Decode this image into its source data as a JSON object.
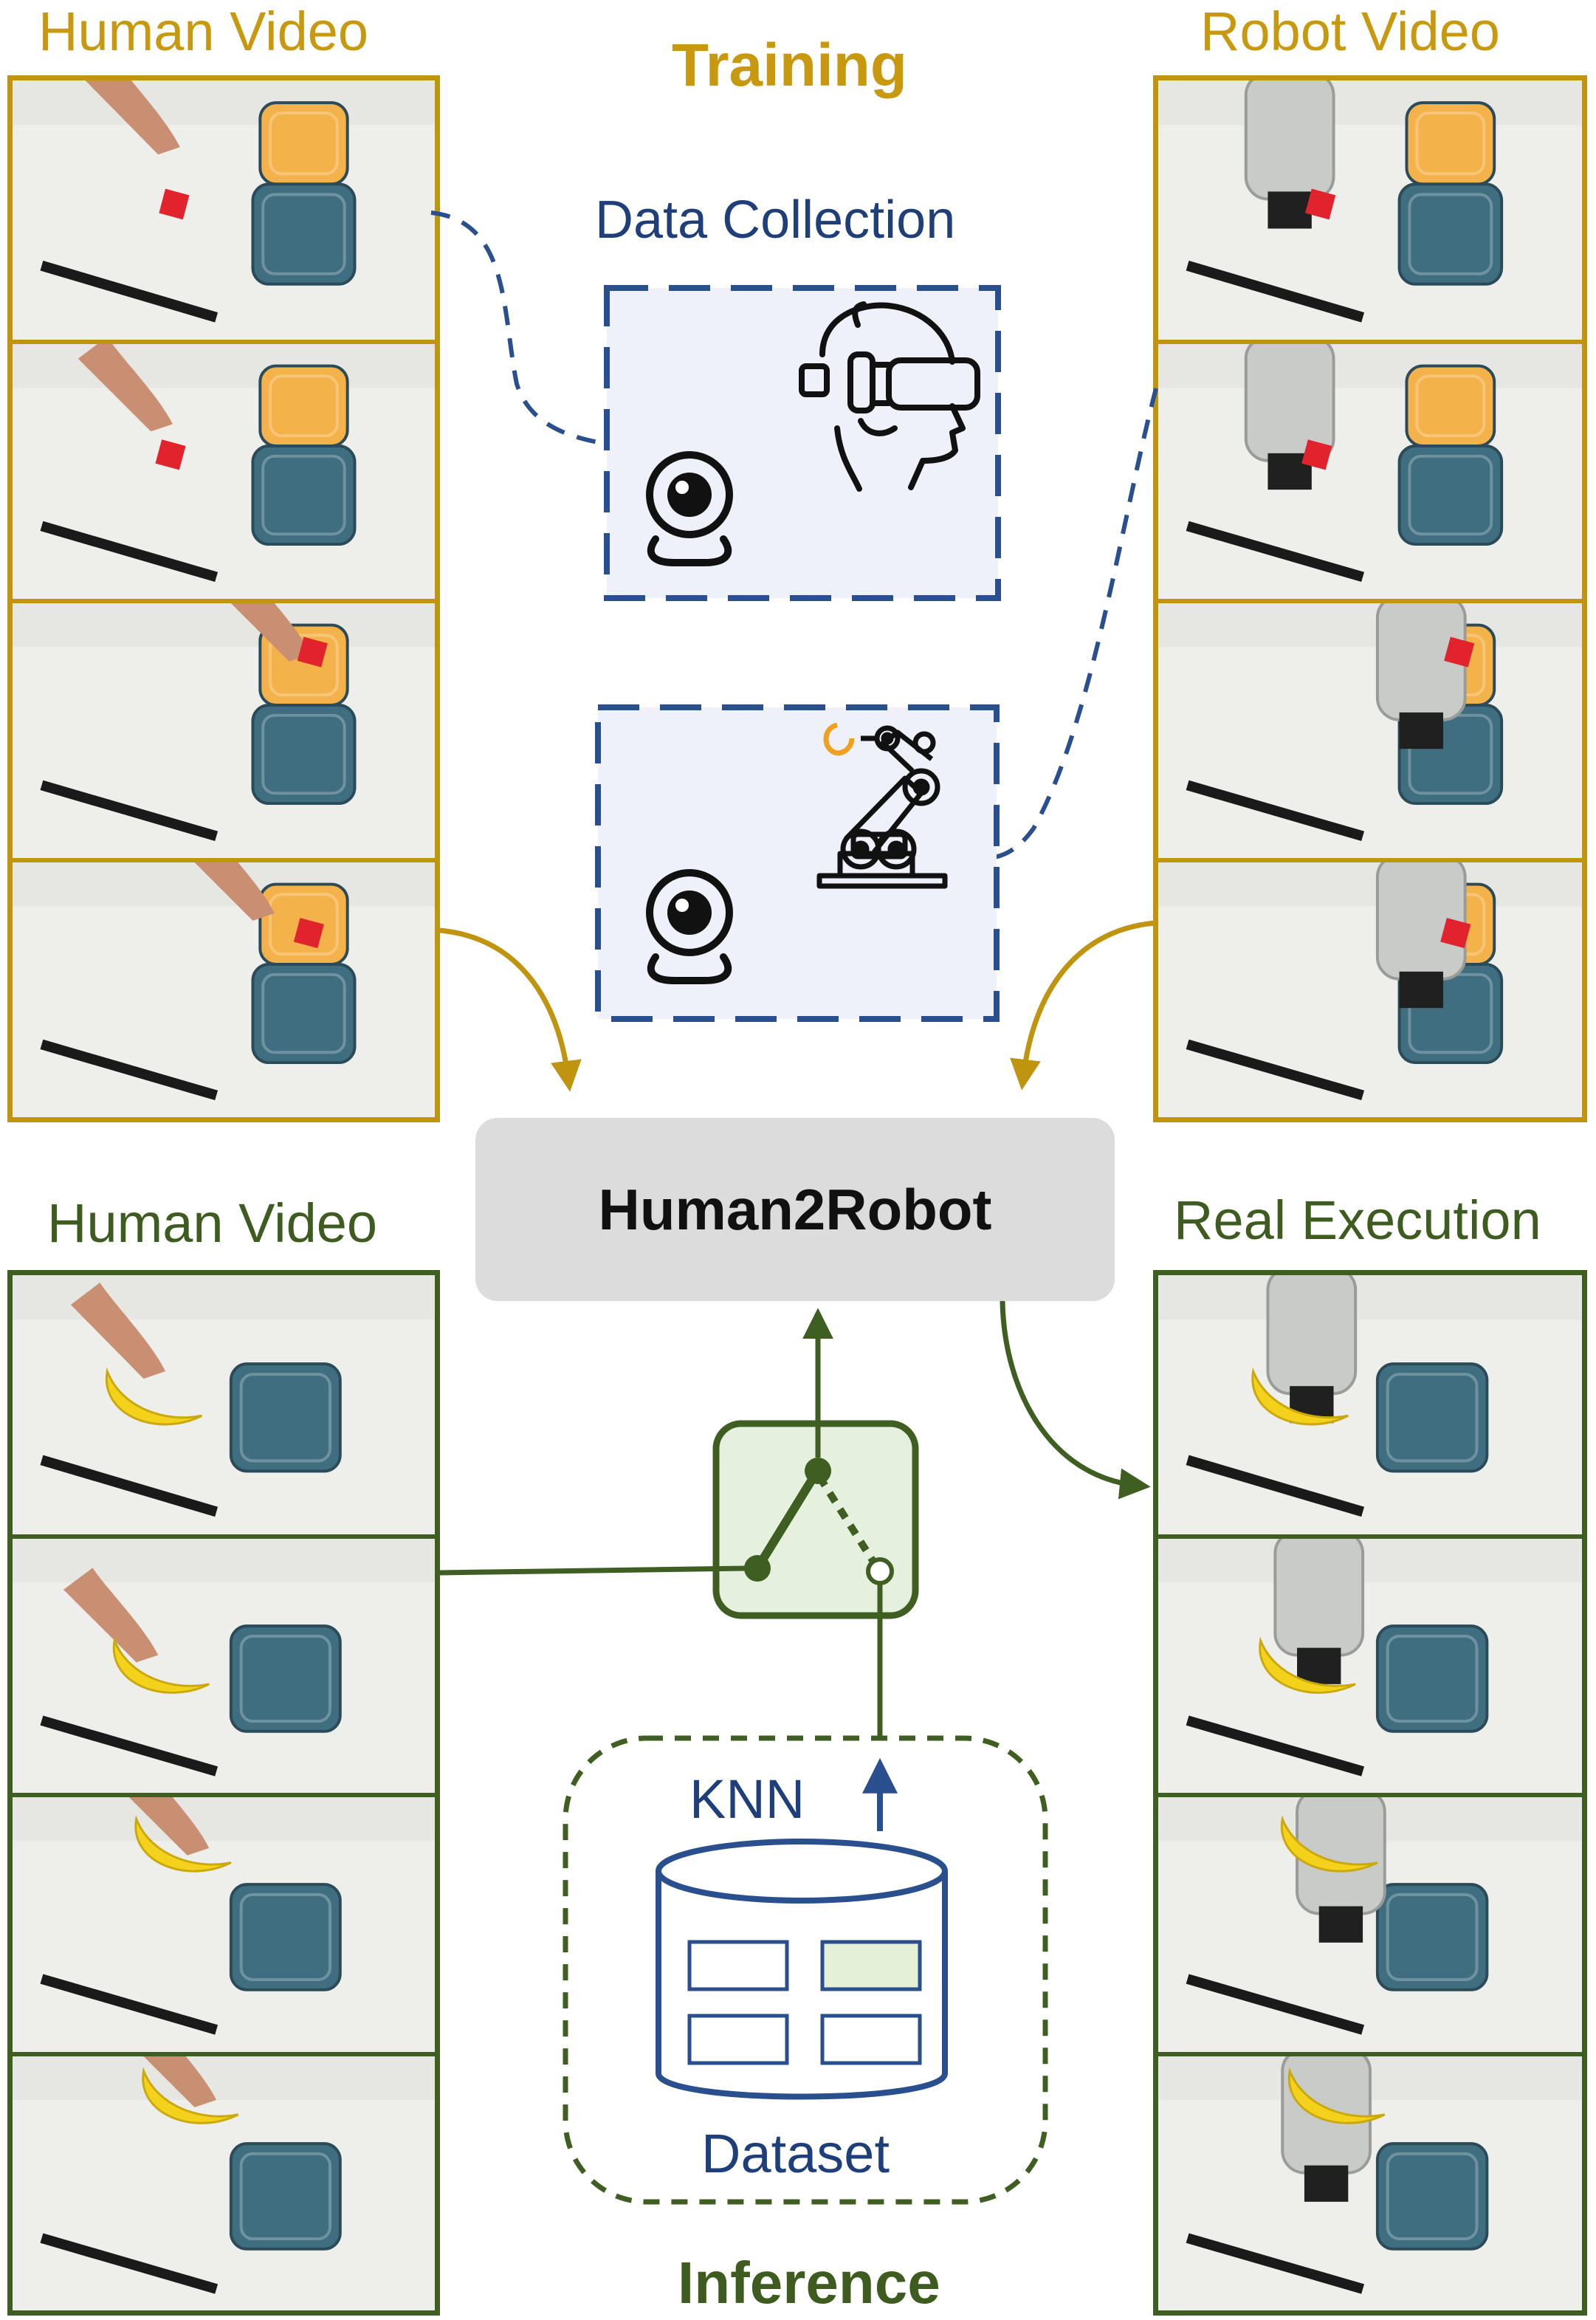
{
  "training": {
    "title": "Training",
    "left_label": "Human Video",
    "right_label": "Robot Video",
    "data_collection_label": "Data Collection"
  },
  "core": {
    "model_label": "Human2Robot"
  },
  "inference": {
    "title": "Inference",
    "left_label": "Human Video",
    "right_label": "Real Execution",
    "knn_label": "KNN",
    "dataset_label": "Dataset"
  },
  "colors": {
    "training_gold": "#c0940f",
    "inference_green": "#3f5f22",
    "navy": "#2a4f8f",
    "orange_tray": "#f4b24a",
    "blue_tray": "#3f6e80",
    "red_cube": "#e0232c",
    "banana": "#f4d21c"
  },
  "icons": [
    "webcam-icon",
    "vr-headset-user-icon",
    "robot-arm-icon",
    "switch-icon",
    "database-icon"
  ],
  "frames": {
    "training_human": [
      "cube-near-hand",
      "cube-grasped",
      "cube-over-orange-tray",
      "cube-in-orange-tray"
    ],
    "training_robot": [
      "gripper-at-cube",
      "gripper-lifting",
      "gripper-over-orange-tray",
      "cube-in-orange-tray"
    ],
    "inference_human": [
      "hand-on-banana",
      "hand-grasping-banana",
      "hand-moving-banana",
      "banana-released"
    ],
    "inference_robot": [
      "gripper-at-banana",
      "gripper-grasping-banana",
      "gripper-moving-banana",
      "banana-placed"
    ]
  }
}
